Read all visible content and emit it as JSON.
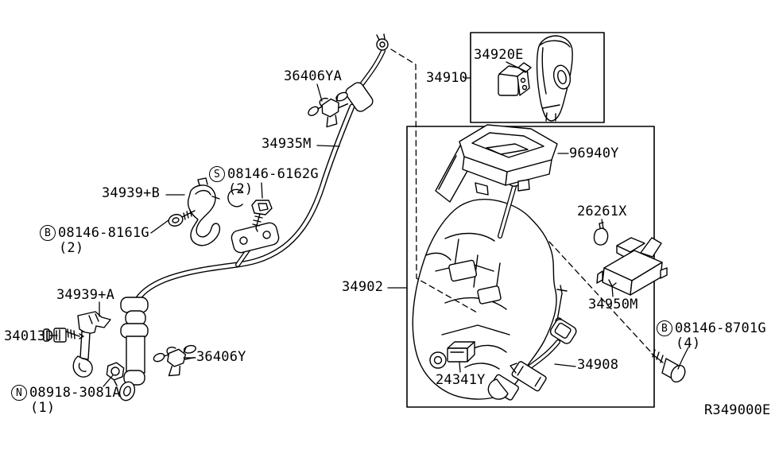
{
  "diagram": {
    "ref_code": "R349000E",
    "colors": {
      "line": "#000000",
      "background": "#ffffff"
    },
    "parts": {
      "clip_36406ya": {
        "label": "36406YA"
      },
      "cable_34935m": {
        "label": "34935M"
      },
      "screw_08146_6162g": {
        "prefix": "S",
        "label": "08146-6162G",
        "qty": "(2)"
      },
      "bracket_34939b": {
        "label": "34939+B"
      },
      "bolt_08146_8161g": {
        "prefix": "B",
        "label": "08146-8161G",
        "qty": "(2)"
      },
      "bracket_34939a": {
        "label": "34939+A"
      },
      "screw_34013d": {
        "label": "34013D"
      },
      "nut_08918_3081a": {
        "prefix": "N",
        "label": "08918-3081A",
        "qty": "(1)"
      },
      "clip_36406y": {
        "label": "36406Y"
      },
      "knob_34910": {
        "label": "34910"
      },
      "button_34920e": {
        "label": "34920E"
      },
      "indicator_96940y": {
        "label": "96940Y"
      },
      "bulb_26261x": {
        "label": "26261X"
      },
      "bracket_34950m": {
        "label": "34950M"
      },
      "relay_24341y": {
        "label": "24341Y"
      },
      "harness_34908": {
        "label": "34908"
      },
      "bolt_08146_8701g": {
        "prefix": "B",
        "label": "08146-8701G",
        "qty": "(4)"
      },
      "assembly_34902": {
        "label": "34902"
      }
    }
  }
}
